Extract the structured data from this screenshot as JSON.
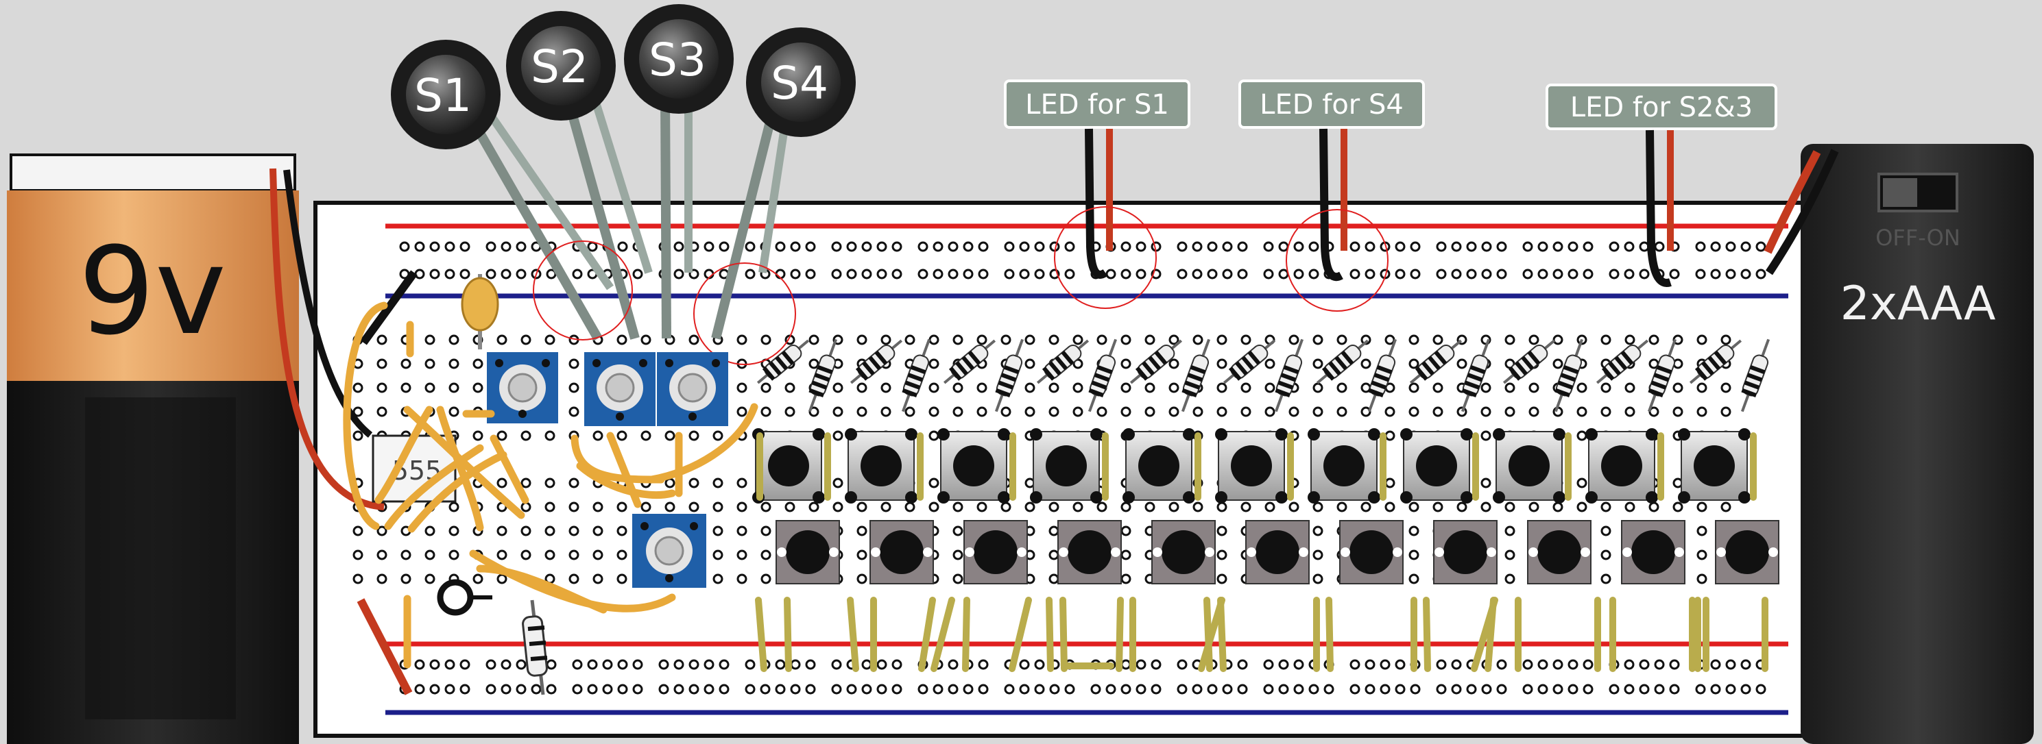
{
  "battery_9v": {
    "label": "9v"
  },
  "battery_pack": {
    "switch_text": "OFF-ON",
    "label": "2xAAA"
  },
  "sensors": [
    {
      "label": "S1"
    },
    {
      "label": "S2"
    },
    {
      "label": "S3"
    },
    {
      "label": "S4"
    }
  ],
  "led_labels": [
    {
      "label": "LED for S1"
    },
    {
      "label": "LED for S4"
    },
    {
      "label": "LED for S2&3"
    }
  ],
  "chip": {
    "label": "555"
  },
  "colors": {
    "background": "#d9d9d9",
    "board": "#ffffff",
    "rail_red": "#e01f1f",
    "rail_blue": "#1c1f8a",
    "jumper_orange": "#e8a93a",
    "jumper_olive": "#b9ac4c",
    "pot_blue": "#1f5fa8",
    "led_label_bg": "#8a9a8f",
    "battery_orange": "#e4a060",
    "battery_black": "#1c1c1c"
  }
}
